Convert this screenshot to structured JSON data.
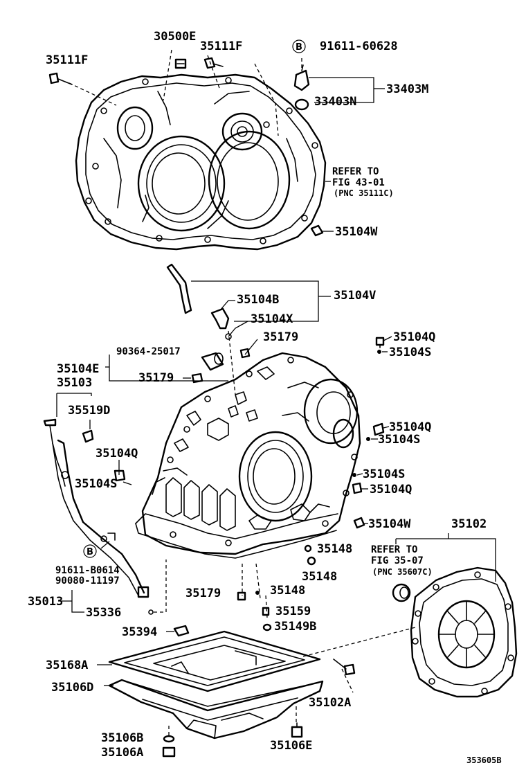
{
  "labels": {
    "p30500E": "30500E",
    "p35111F_a": "35111F",
    "p35111F_b": "35111F",
    "p91611_60628": "91611-60628",
    "p33403M": "33403M",
    "p33403N": "33403N",
    "refer1_l1": "REFER TO",
    "refer1_l2": "FIG 43-01",
    "refer1_l3": "(PNC 35111C)",
    "p35104W_a": "35104W",
    "p35104V": "35104V",
    "p35104B": "35104B",
    "p35104X": "35104X",
    "p35179_a": "35179",
    "p35104Q_a": "35104Q",
    "p35104S_a": "35104S",
    "p90364_25017": "90364-25017",
    "p35104E": "35104E",
    "p35179_b": "35179",
    "p35103": "35103",
    "p35519D": "35519D",
    "p35104Q_b": "35104Q",
    "p35104S_b": "35104S",
    "p35104Q_c": "35104Q",
    "p35104S_c": "35104S",
    "p35104S_d": "35104S",
    "p35104Q_d": "35104Q",
    "p35104W_b": "35104W",
    "p35102": "35102",
    "p35148_a": "35148",
    "p35148_b": "35148",
    "p35148_c": "35148",
    "refer2_l1": "REFER TO",
    "refer2_l2": "FIG 35-07",
    "refer2_l3": "(PNC 35607C)",
    "p91611_B0614": "91611-B0614",
    "p90080_11197": "90080-11197",
    "p35013": "35013",
    "p35336": "35336",
    "p35179_c": "35179",
    "p35159": "35159",
    "p35149B": "35149B",
    "p35394": "35394",
    "p35168A": "35168A",
    "p35106D": "35106D",
    "p35102A": "35102A",
    "p35106B": "35106B",
    "p35106A": "35106A",
    "p35106E": "35106E",
    "circleB_1": "B",
    "circleB_2": "B",
    "figure_code": "353605B"
  }
}
